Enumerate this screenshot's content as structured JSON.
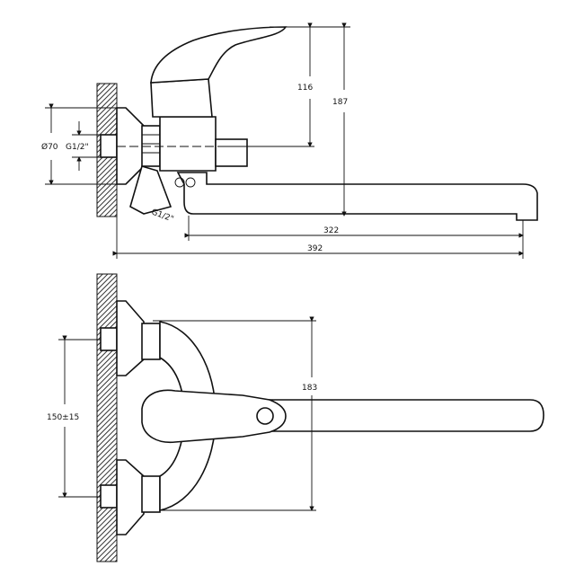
{
  "drawing": {
    "side_view": {
      "dim_diameter": "Ø70",
      "dim_thread_inlet": "G1/2\"",
      "dim_thread_outlet": "G1/2\"",
      "dim_lever_height": "116",
      "dim_total_height": "187",
      "dim_spout_reach": "322",
      "dim_total_length": "392"
    },
    "top_view": {
      "dim_body_width": "183",
      "dim_inlet_spacing": "150±15"
    }
  }
}
